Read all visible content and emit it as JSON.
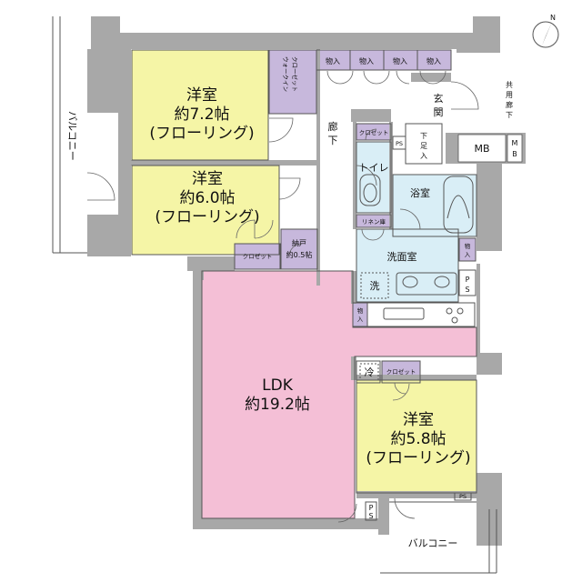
{
  "colors": {
    "room_yellow": "#f5f5a6",
    "room_pink": "#f4bfd6",
    "room_blue": "#d9eef6",
    "closet_purple": "#c7b8dc",
    "wall": "#a8a8a8"
  },
  "compass": {
    "label": "N"
  },
  "rooms": {
    "room1": {
      "name": "洋室",
      "size": "約7.2帖",
      "floor": "(フローリング)"
    },
    "room2": {
      "name": "洋室",
      "size": "約6.0帖",
      "floor": "(フローリング)"
    },
    "room3": {
      "name": "洋室",
      "size": "約5.8帖",
      "floor": "(フローリング)"
    },
    "ldk": {
      "name": "LDK",
      "size": "約19.2帖"
    }
  },
  "labels": {
    "walkin_1": "ウォークイン",
    "walkin_2": "クローゼット",
    "storage": "物入",
    "genkan_1": "玄",
    "genkan_2": "関",
    "corridor_1": "廊",
    "corridor_2": "下",
    "shared_corridor": [
      "共",
      "用",
      "廊",
      "下"
    ],
    "shitaashiire": [
      "下",
      "足",
      "入"
    ],
    "mb": "MB",
    "mb_small": [
      "M",
      "B"
    ],
    "closet": "クロゼット",
    "ps": "PS",
    "toilet": "トイレ",
    "bath": "浴室",
    "linen": "リネン庫",
    "washroom": "洗面室",
    "wash": "洗",
    "nando_1": "納戸",
    "nando_2": "約0.5帖",
    "fridge": "冷",
    "balcony": "バルコニー"
  }
}
